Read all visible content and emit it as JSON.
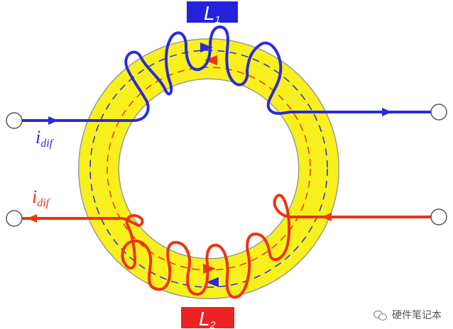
{
  "labels": {
    "top_coil": {
      "main": "L",
      "sub": "1"
    },
    "bottom_coil": {
      "main": "L",
      "sub": "2"
    },
    "current_top": {
      "main": "i",
      "sub": "dif"
    },
    "current_bottom": {
      "main": "i",
      "sub": "dif"
    }
  },
  "watermark": {
    "text": "硬件笔记本",
    "icon": "wechat-icon"
  },
  "colors": {
    "blue": "#2b2bd9",
    "red": "#ee3311",
    "core_fill": "#f7f01d",
    "core_edge": "#9a9a9a",
    "label_blue_bg": "#2222dd",
    "label_red_bg": "#ee2222"
  }
}
